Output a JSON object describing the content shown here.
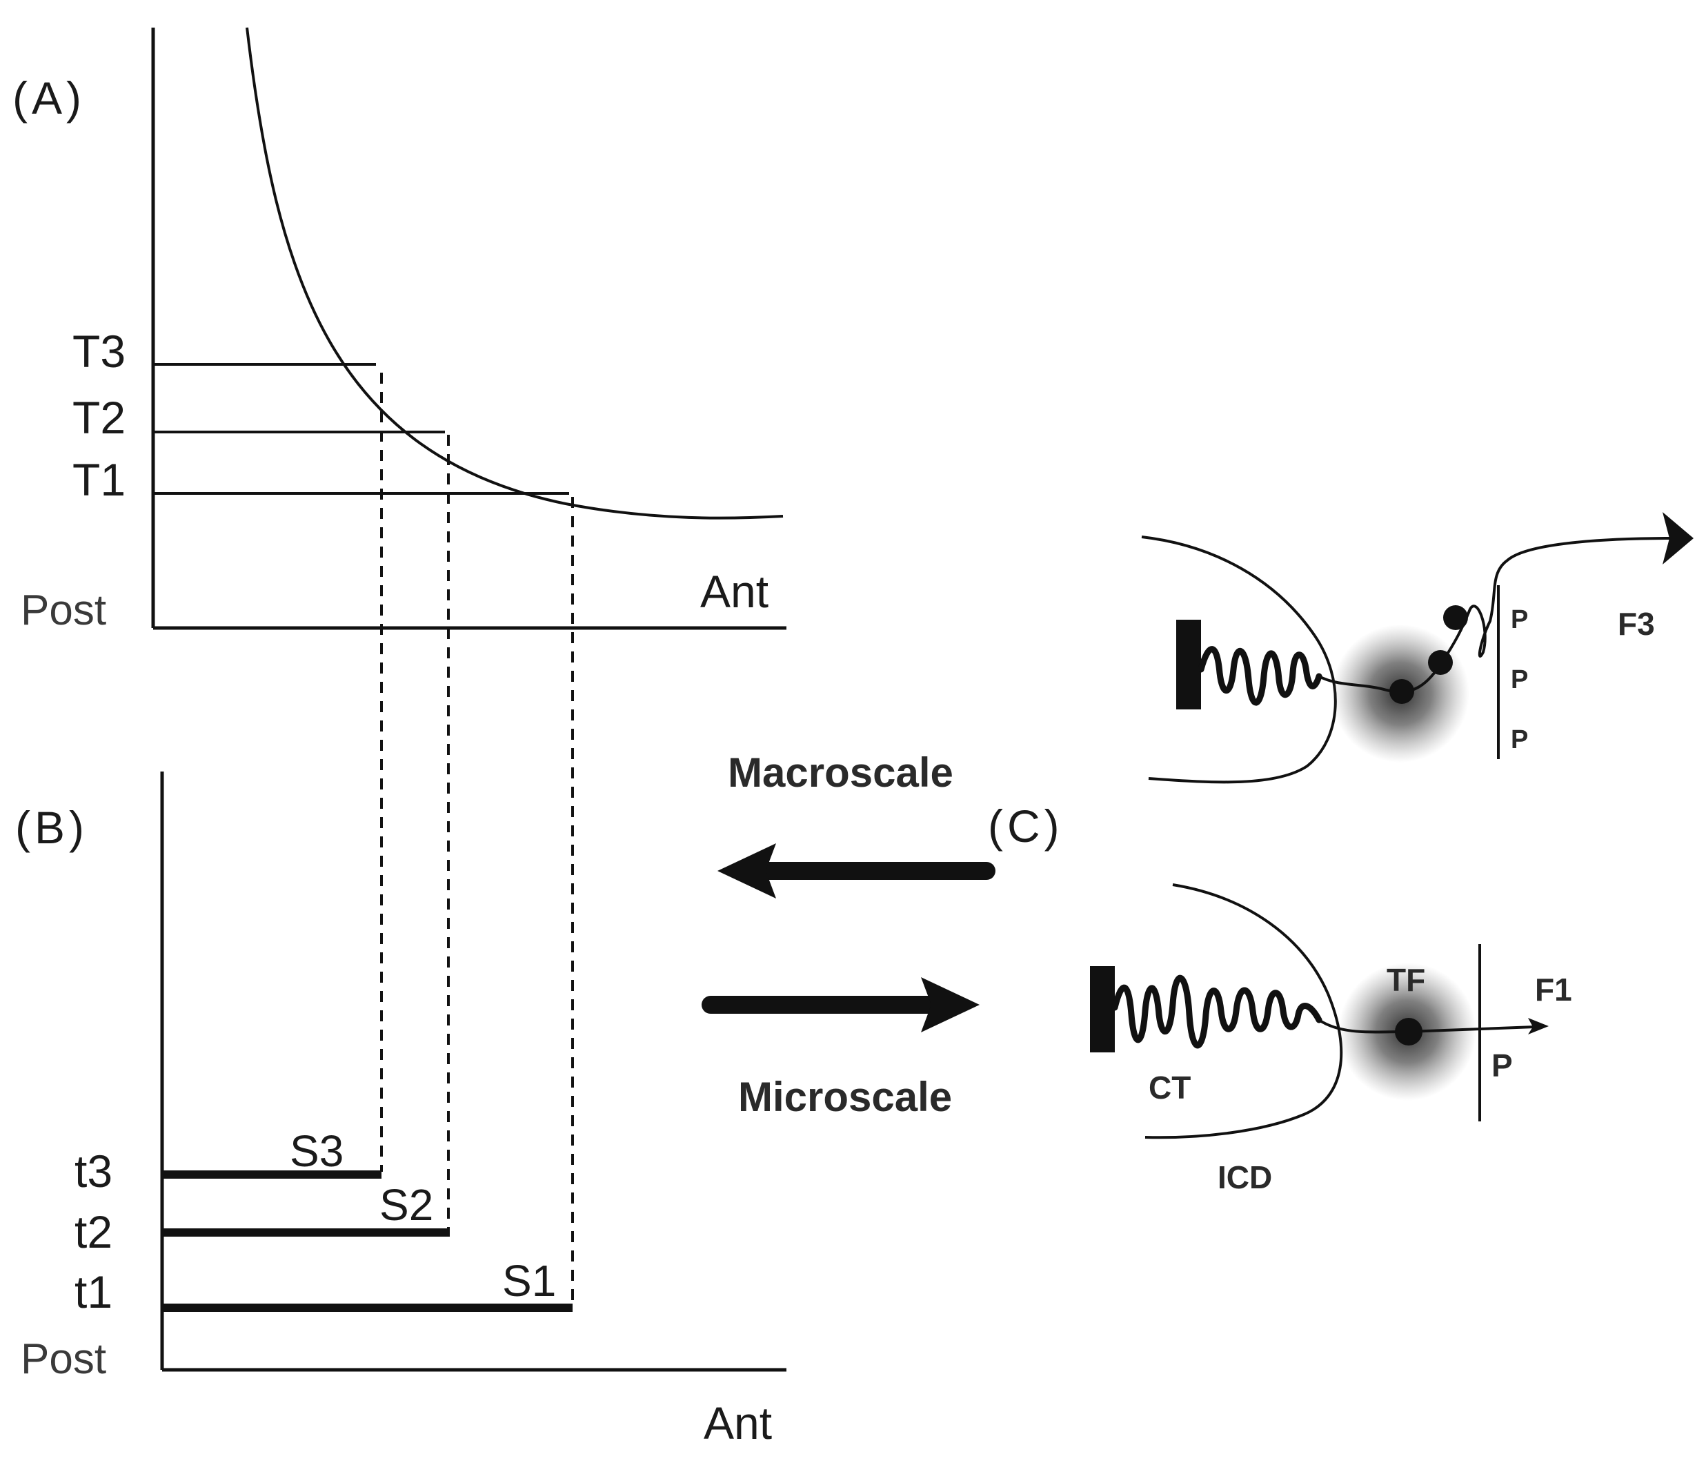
{
  "panels": {
    "a": "(A)",
    "b": "(B)",
    "c": "(C)"
  },
  "panel_a": {
    "post": "Post",
    "ant": "Ant",
    "thresholds": [
      "T3",
      "T2",
      "T1"
    ]
  },
  "panel_b": {
    "post": "Post",
    "ant": "Ant",
    "times": [
      "t3",
      "t2",
      "t1"
    ],
    "segments": [
      "S3",
      "S2",
      "S1"
    ]
  },
  "arrows": {
    "macroscale": "Macroscale",
    "microscale": "Microscale"
  },
  "panel_c": {
    "top": {
      "flag": "F3",
      "p_labels": [
        "P",
        "P",
        "P"
      ]
    },
    "bottom": {
      "tf": "TF",
      "flag": "F1",
      "p": "P",
      "ct": "CT",
      "icd": "ICD"
    }
  }
}
